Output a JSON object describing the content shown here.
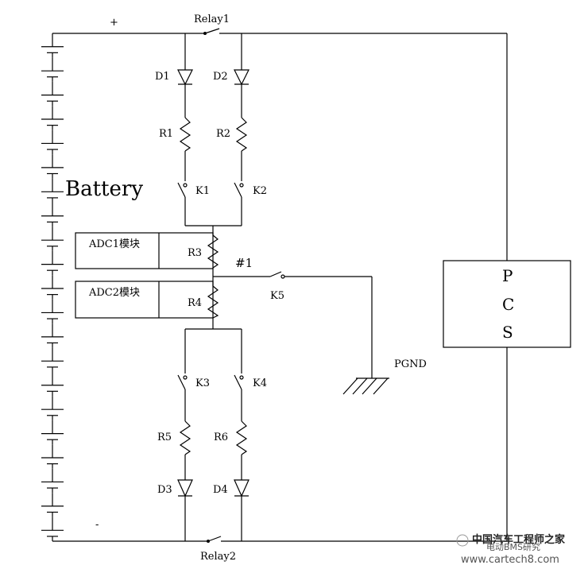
{
  "labels": {
    "plus": "+",
    "minus": "-",
    "battery": "Battery",
    "relay1": "Relay1",
    "relay2": "Relay2",
    "d1": "D1",
    "d2": "D2",
    "d3": "D3",
    "d4": "D4",
    "r1": "R1",
    "r2": "R2",
    "r3": "R3",
    "r4": "R4",
    "r5": "R5",
    "r6": "R6",
    "k1": "K1",
    "k2": "K2",
    "k3": "K3",
    "k4": "K4",
    "k5": "K5",
    "node1": "#1",
    "adc1": "ADC1模块",
    "adc2": "ADC2模块",
    "pcs_p": "P",
    "pcs_c": "C",
    "pcs_s": "S",
    "pgnd": "PGND"
  },
  "watermark": {
    "line1": "中国汽车工程师之家",
    "line2": "电动BMS研究",
    "url": "www.cartech8.com"
  }
}
